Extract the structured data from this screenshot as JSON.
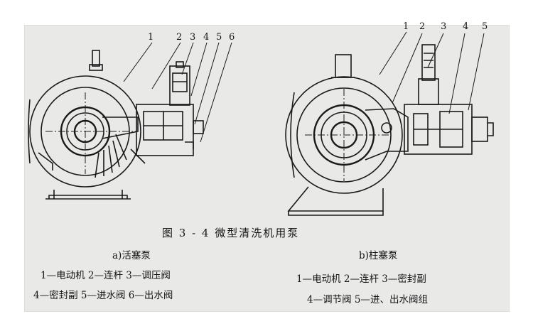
{
  "figure": {
    "caption": "图 3 - 4    微型清洗机用泵",
    "left": {
      "subtitle": "a)活塞泵",
      "callouts": [
        "1",
        "2",
        "3",
        "4",
        "5",
        "6"
      ],
      "legend_line1": "1—电动机   2—连杆   3—调压阀",
      "legend_line2": "4—密封副   5—进水阀   6—出水阀"
    },
    "right": {
      "subtitle": "b)柱塞泵",
      "callouts": [
        "1",
        "2",
        "3",
        "4",
        "5"
      ],
      "legend_line1": "1—电动机   2—连杆   3—密封副",
      "legend_line2": "4—调节阀   5—进、出水阀组"
    }
  },
  "colors": {
    "paper": "#e9e9e8",
    "ink": "#161616"
  }
}
